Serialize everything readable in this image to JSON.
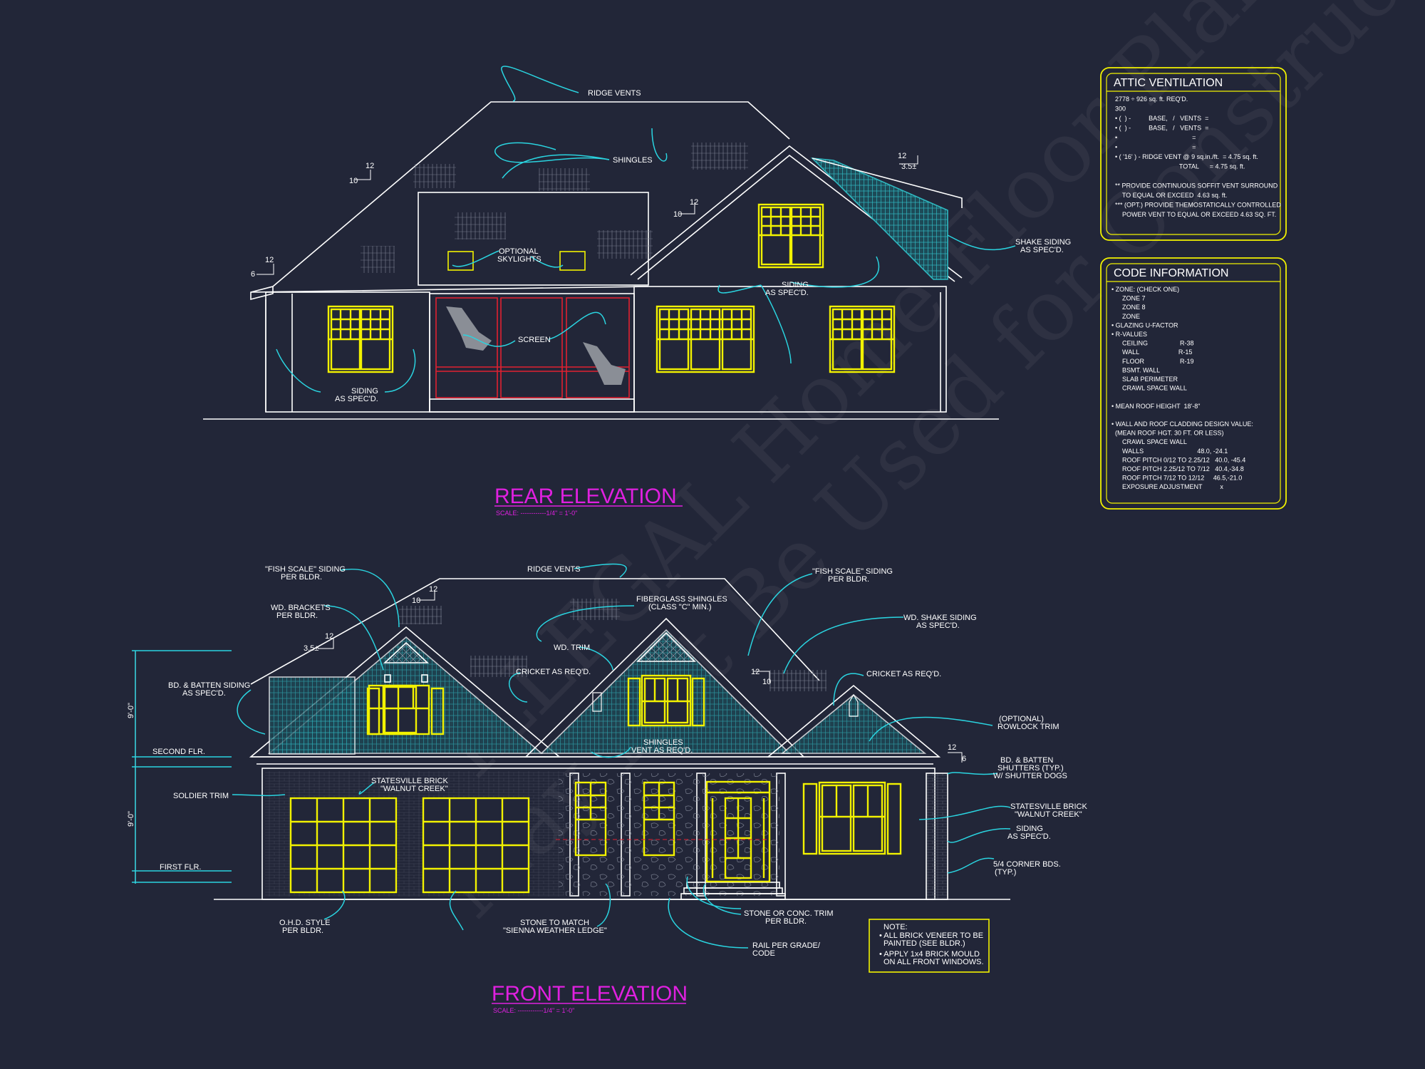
{
  "colors": {
    "background": "#222638",
    "outline": "#ffffff",
    "window": "#f2f200",
    "leader": "#2ad4e0",
    "title": "#e020e0",
    "screen": "#e02030",
    "shake": "#2fb8c0"
  },
  "watermark": {
    "line1": "ILLEGAL Home Floor Plans",
    "line2": "May Not Be Used for Construction or Estimation"
  },
  "rear": {
    "title": "REAR ELEVATION",
    "scale": "SCALE: ------------1/4\" = 1'-0\"",
    "labels": {
      "ridge_vents": "RIDGE VENTS",
      "shingles": "SHINGLES",
      "skylights_1": "OPTIONAL",
      "skylights_2": "SKYLIGHTS",
      "screen": "SCREEN",
      "siding_left_1": "SIDING",
      "siding_left_2": "AS SPEC'D.",
      "siding_mid_1": "SIDING",
      "siding_mid_2": "AS SPEC'D.",
      "shake_1": "SHAKE SIDING",
      "shake_2": "AS SPEC'D."
    },
    "pitches": {
      "main_rise": "10",
      "main_run": "12",
      "porch_rise": "6",
      "porch_run": "12",
      "gable_rise": "10",
      "gable_run": "12",
      "right_run": "12",
      "right_rise": "3.5±"
    }
  },
  "front": {
    "title": "FRONT ELEVATION",
    "scale": "SCALE: ------------1/4\" = 1'-0\"",
    "labels": {
      "ridge_vents": "RIDGE VENTS",
      "fish_left_1": "\"FISH SCALE\" SIDING",
      "fish_left_2": "PER BLDR.",
      "brackets_1": "WD. BRACKETS",
      "brackets_2": "PER BLDR.",
      "fiberglass_1": "FIBERGLASS SHINGLES",
      "fiberglass_2": "(CLASS \"C\" MIN.)",
      "fish_right_1": "\"FISH SCALE\" SIDING",
      "fish_right_2": "PER BLDR.",
      "shake_1": "WD. SHAKE SIDING",
      "shake_2": "AS SPEC'D.",
      "wd_trim": "WD. TRIM",
      "cricket_left": "CRICKET AS REQ'D.",
      "cricket_right": "CRICKET AS REQ'D.",
      "bd_batten_1": "BD. & BATTEN SIDING",
      "bd_batten_2": "AS SPEC'D.",
      "shingles_vent_1": "SHINGLES",
      "shingles_vent_2": "VENT AS REQ'D.",
      "rowlock_1": "(OPTIONAL)",
      "rowlock_2": "ROWLOCK TRIM",
      "second_flr": "SECOND FLR.",
      "first_flr": "FIRST FLR.",
      "soldier": "SOLDIER TRIM",
      "statesville_left_1": "STATESVILLE BRICK",
      "statesville_left_2": "\"WALNUT CREEK\"",
      "shutters_1": "BD. & BATTEN",
      "shutters_2": "SHUTTERS (TYP.)",
      "shutters_3": "W/ SHUTTER DOGS",
      "statesville_right_1": "STATESVILLE BRICK",
      "statesville_right_2": "\"WALNUT CREEK\"",
      "siding_1": "SIDING",
      "siding_2": "AS SPEC'D.",
      "corner_1": "5/4 CORNER BDS.",
      "corner_2": "(TYP.)",
      "ohd_1": "O.H.D. STYLE",
      "ohd_2": "PER BLDR.",
      "stone_1": "STONE TO MATCH",
      "stone_2": "\"SIENNA WEATHER LEDGE\"",
      "stone_trim_1": "STONE OR CONC. TRIM",
      "stone_trim_2": "PER BLDR.",
      "rail_1": "RAIL PER GRADE/",
      "rail_2": "CODE",
      "dim_upper": "9'-0\"",
      "dim_lower": "9'-0\""
    },
    "pitches": {
      "main_rise": "10",
      "main_run": "12",
      "left_rise": "3.5±",
      "left_run": "12",
      "center_run": "12",
      "center_rise": "10",
      "right_run": "12",
      "right_rise": "6"
    },
    "note": {
      "title": "NOTE:",
      "line1": "• ALL BRICK VENEER TO BE",
      "line2": "PAINTED (SEE BLDR.)",
      "line3": "• APPLY 1x4 BRICK MOULD",
      "line4": "ON ALL FRONT WINDOWS."
    }
  },
  "attic": {
    "title": "ATTIC VENTILATION",
    "lines": [
      "2778 ÷ 926 sq. ft. REQ'D.",
      "300",
      "• (  ) -          BASE,   /   VENTS  =",
      "• (  ) -          BASE,   /   VENTS  =",
      "•                                          =",
      "•                                          =",
      "• ( '16' ) - RIDGE VENT @ 9 sq.in./ft.  = 4.75 sq. ft.",
      "                                    TOTAL      = 4.75 sq. ft.",
      "",
      "** PROVIDE CONTINUOUS SOFFIT VENT SURROUND",
      "    TO EQUAL OR EXCEED  4.63 sq. ft.",
      "*** (OPT.) PROVIDE THEMOSTATICALLY CONTROLLED",
      "    POWER VENT TO EQUAL OR EXCEED 4.63 SQ. FT."
    ]
  },
  "code": {
    "title": "CODE INFORMATION",
    "lines": [
      "• ZONE: (CHECK ONE)",
      "      ZONE 7",
      "      ZONE 8",
      "      ZONE",
      "• GLAZING U-FACTOR",
      "• R-VALUES",
      "      CEILING                  R-38",
      "      WALL                      R-15",
      "      FLOOR                    R-19",
      "      BSMT. WALL",
      "      SLAB PERIMETER",
      "      CRAWL SPACE WALL",
      "",
      "• MEAN ROOF HEIGHT  18'-8\"",
      "",
      "• WALL AND ROOF CLADDING DESIGN VALUE:",
      "  (MEAN ROOF HGT. 30 FT. OR LESS)",
      "      CRAWL SPACE WALL",
      "      WALLS                              48.0, -24.1",
      "      ROOF PITCH 0/12 TO 2.25/12   40.0, -45.4",
      "      ROOF PITCH 2.25/12 TO 7/12   40.4,-34.8",
      "      ROOF PITCH 7/12 TO 12/12     46.5,-21.0",
      "      EXPOSURE ADJUSTMENT          x"
    ]
  }
}
